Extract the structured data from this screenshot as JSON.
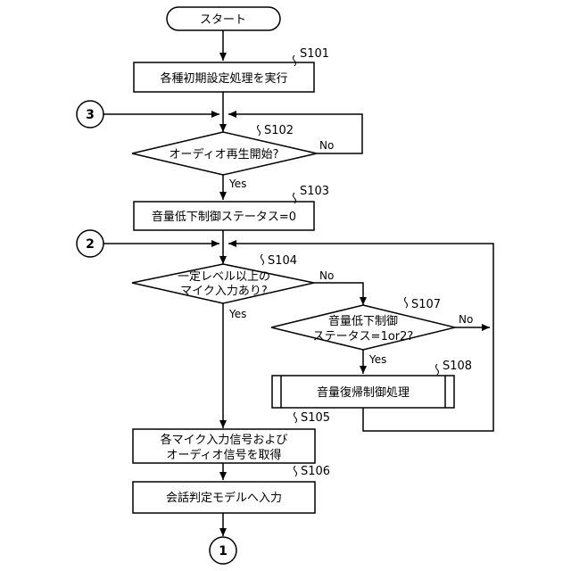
{
  "flowchart": {
    "start": "スタート",
    "s101": {
      "step": "S101",
      "label": "各種初期設定処理を実行"
    },
    "s102": {
      "step": "S102",
      "label": "オーディオ再生開始?"
    },
    "s103": {
      "step": "S103",
      "label": "音量低下制御ステータス=0"
    },
    "s104": {
      "step": "S104",
      "line1": "一定レベル以上の",
      "line2": "マイク入力あり?"
    },
    "s105": {
      "step": "S105",
      "line1": "各マイク入力信号および",
      "line2": "オーディオ信号を取得"
    },
    "s106": {
      "step": "S106",
      "label": "会話判定モデルへ入力"
    },
    "s107": {
      "step": "S107",
      "line1": "音量低下制御",
      "line2": "ステータス=1or2?"
    },
    "s108": {
      "step": "S108",
      "label": "音量復帰制御処理"
    },
    "connectors": {
      "c3": "3",
      "c2": "2",
      "c1": "1"
    },
    "branches": {
      "s102_no": "No",
      "s102_yes": "Yes",
      "s104_no": "No",
      "s104_yes": "Yes",
      "s107_no": "No",
      "s107_yes": "Yes"
    }
  }
}
